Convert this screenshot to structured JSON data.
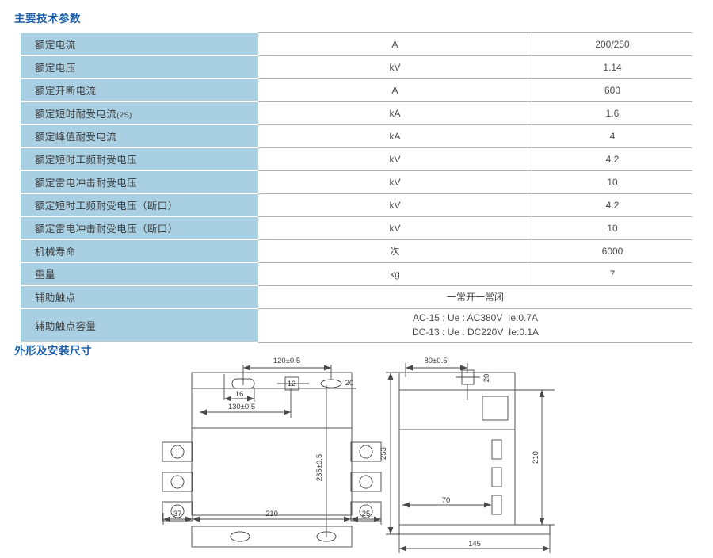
{
  "sections": {
    "specs_title": "主要技术参数",
    "dims_title": "外形及安装尺寸"
  },
  "colors": {
    "title_blue": "#1b5fa9",
    "row_label_bg": "#a9cfe3",
    "border_gray": "#b0b2b4",
    "text_gray": "#4a4a4a"
  },
  "spec_table": {
    "rows": [
      {
        "name": "额定电流",
        "name_sub": "",
        "unit": "A",
        "value": "200/250"
      },
      {
        "name": "额定电压",
        "name_sub": "",
        "unit": "kV",
        "value": "1.14"
      },
      {
        "name": "额定开断电流",
        "name_sub": "",
        "unit": "A",
        "value": "600"
      },
      {
        "name": "额定短时耐受电流",
        "name_sub": "(2S)",
        "unit": "kA",
        "value": "1.6"
      },
      {
        "name": "额定峰值耐受电流",
        "name_sub": "",
        "unit": "kA",
        "value": "4"
      },
      {
        "name": "额定短时工频耐受电压",
        "name_sub": "",
        "unit": "kV",
        "value": "4.2"
      },
      {
        "name": "额定雷电冲击耐受电压",
        "name_sub": "",
        "unit": "kV",
        "value": "10"
      },
      {
        "name": "额定短时工频耐受电压（断口）",
        "name_sub": "",
        "unit": "kV",
        "value": "4.2"
      },
      {
        "name": "额定雷电冲击耐受电压（断口）",
        "name_sub": "",
        "unit": "kV",
        "value": "10"
      },
      {
        "name": "机械寿命",
        "name_sub": "",
        "unit": "次",
        "value": "6000"
      },
      {
        "name": "重量",
        "name_sub": "",
        "unit": "kg",
        "value": "7"
      }
    ],
    "merged_rows": [
      {
        "name": "辅助触点",
        "value": "一常开一常闭"
      },
      {
        "name": "辅助触点容量",
        "value": "AC-15 : Ue : AC380V  Ie:0.7A\nDC-13 : Ue : DC220V  Ie:0.1A"
      }
    ]
  },
  "drawing": {
    "front_view": {
      "dim_120": "120±0.5",
      "dim_130": "130±0.5",
      "dim_16": "16",
      "dim_12": "12",
      "dim_20": "20",
      "dim_235": "235±0.5",
      "dim_210": "210",
      "dim_37": "37",
      "dim_25": "25"
    },
    "side_view": {
      "dim_80": "80±0.5",
      "dim_20": "20",
      "dim_253": "253",
      "dim_210": "210",
      "dim_70": "70",
      "dim_145": "145"
    }
  }
}
